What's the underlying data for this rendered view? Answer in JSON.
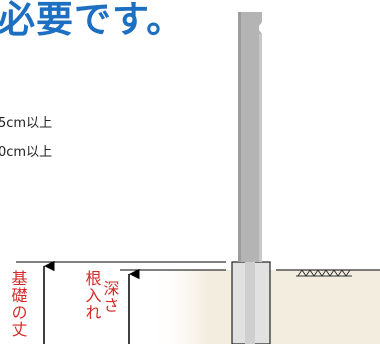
{
  "heading": "必要です。",
  "specs": [
    "5cm以上",
    "0cm以上"
  ],
  "labels": {
    "foundation_height": "基礎の丈",
    "embed_depth_line1": "根入れ",
    "embed_depth_line2": "深さ"
  },
  "colors": {
    "heading": "#1d6fc1",
    "label": "#d42a2a",
    "post": "#b4b4b4",
    "ground": "#f3ede0",
    "foundation": "#e1e1e1"
  },
  "icons": [
    "ground-hatch-icon"
  ]
}
